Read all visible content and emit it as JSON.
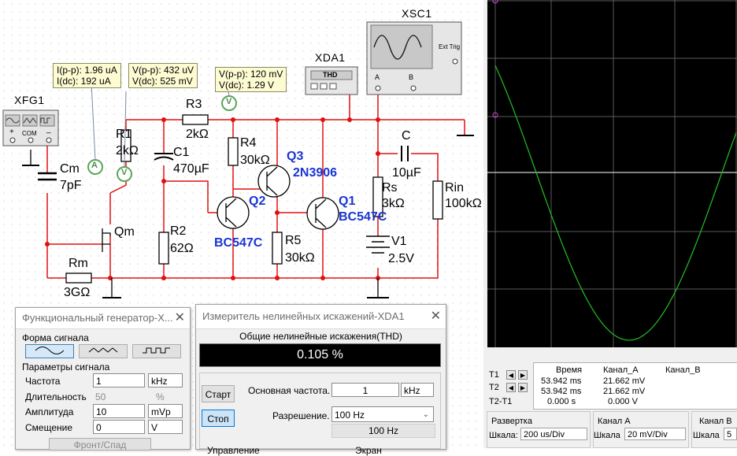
{
  "instruments": {
    "xfg": "XFG1",
    "xda": "XDA1",
    "xsc": "XSC1",
    "thd_icon": "THD"
  },
  "probes": {
    "current": "I(p-p): 1.96 uA\nI(dc): 192 uA",
    "volt1": "V(p-p): 432 uV\nV(dc): 525 mV",
    "volt2": "V(p-p): 120 mV\nV(dc): 1.29 V"
  },
  "components": {
    "r1": "R1",
    "r1v": "2kΩ",
    "r3": "R3",
    "r3v": "2kΩ",
    "c1": "C1",
    "c1v": "470µF",
    "cm": "Cm",
    "cmv": "7pF",
    "r2": "R2",
    "r2v": "62Ω",
    "rm": "Rm",
    "rmv": "3GΩ",
    "qm": "Qm",
    "r4": "R4",
    "r4v": "30kΩ",
    "r5": "R5",
    "r5v": "30kΩ",
    "q3": "Q3",
    "q3t": "2N3906",
    "q2": "Q2",
    "q2t": "BC547C",
    "q1": "Q1",
    "q1t": "BC547C",
    "c": "C",
    "cv": "10µF",
    "rs": "Rs",
    "rsv": "3kΩ",
    "rin": "Rin",
    "rinv": "100kΩ",
    "v1": "V1",
    "v1v": "2.5V",
    "com": "COM",
    "ext_trig": "Ext Trig",
    "ch_a": "A",
    "ch_b": "B",
    "plus": "+",
    "minus": "_"
  },
  "generator": {
    "title": "Функциональный генератор-X...",
    "waveform_label": "Форма сигнала",
    "params_label": "Параметры сигнала",
    "freq_label": "Частота",
    "freq_value": "1",
    "freq_unit": "kHz",
    "duty_label": "Длительность",
    "duty_value": "50",
    "duty_unit": "%",
    "amp_label": "Амплитуда",
    "amp_value": "10",
    "amp_unit": "mVp",
    "offset_label": "Смещение",
    "offset_value": "0",
    "offset_unit": "V",
    "rise_fall": "Фронт/Спад"
  },
  "distortion": {
    "title": "Измеритель нелинейных искажений-XDA1",
    "thd_header": "Общие нелинейные искажения(THD)",
    "thd_value": "0.105 %",
    "start": "Старт",
    "stop": "Стоп",
    "fund_label": "Основная частота.",
    "fund_value": "1",
    "fund_unit": "kHz",
    "res_label": "Разрешение.",
    "res_value": "100 Hz",
    "res_display": "100 Hz",
    "control_label": "Управление",
    "screen_label": "Экран"
  },
  "scope": {
    "t1": "T1",
    "t2": "T2",
    "t2t1": "T2-T1",
    "time_header": "Время",
    "cha_header": "Канал_A",
    "chb_header": "Канал_B",
    "t1_time": "53.942 ms",
    "t1_cha": "21.662 mV",
    "t2_time": "53.942 ms",
    "t2_cha": "21.662 mV",
    "dt_time": "0.000 s",
    "dt_cha": "0.000 V",
    "timebase_label": "Развертка",
    "scale_label": "Шкала:",
    "timebase_value": "200 us/Div",
    "cha_label": "Канал А",
    "cha_scale_label": "Шкала",
    "cha_scale_value": "20 mV/Div",
    "chb_label": "Канал B",
    "chb_scale_label": "Шкала",
    "chb_scale_value": "5",
    "trace_color": "#22b322"
  }
}
